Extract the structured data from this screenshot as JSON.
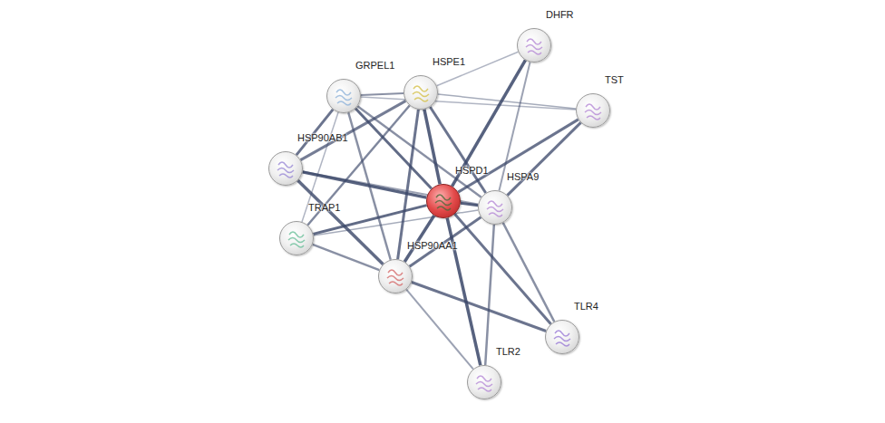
{
  "diagram": {
    "nodes": [
      {
        "text": [
          "DHFR"
        ]
      },
      {
        "text": [
          "GRPEL1"
        ]
      },
      {
        "text": [
          "HSPE1"
        ]
      },
      {
        "text": [
          "TST"
        ]
      },
      {
        "text": [
          "HSP90AB1"
        ]
      },
      {
        "text": [
          "HSPD1"
        ]
      },
      {
        "text": [
          "HSPA9"
        ]
      },
      {
        "text": [
          "TRAP1"
        ]
      },
      {
        "text": [
          "HSP90AA1"
        ]
      },
      {
        "text": [
          "TLR4"
        ]
      },
      {
        "text": [
          "TLR2"
        ]
      }
    ],
    "edges": [
      {
        "from": 5,
        "to": 0,
        "arrow": "none"
      },
      {
        "from": 5,
        "to": 1,
        "arrow": "none"
      },
      {
        "from": 5,
        "to": 2,
        "arrow": "none"
      },
      {
        "from": 5,
        "to": 3,
        "arrow": "none"
      },
      {
        "from": 5,
        "to": 4,
        "arrow": "none"
      },
      {
        "from": 5,
        "to": 6,
        "arrow": "none"
      },
      {
        "from": 5,
        "to": 7,
        "arrow": "none"
      },
      {
        "from": 5,
        "to": 8,
        "arrow": "none"
      },
      {
        "from": 5,
        "to": 9,
        "arrow": "none"
      },
      {
        "from": 5,
        "to": 10,
        "arrow": "none"
      },
      {
        "from": 2,
        "to": 1,
        "arrow": "none"
      },
      {
        "from": 2,
        "to": 0,
        "arrow": "none"
      },
      {
        "from": 2,
        "to": 3,
        "arrow": "none"
      },
      {
        "from": 2,
        "to": 6,
        "arrow": "none"
      },
      {
        "from": 2,
        "to": 8,
        "arrow": "none"
      },
      {
        "from": 2,
        "to": 4,
        "arrow": "none"
      },
      {
        "from": 2,
        "to": 7,
        "arrow": "none"
      },
      {
        "from": 1,
        "to": 4,
        "arrow": "none"
      },
      {
        "from": 1,
        "to": 7,
        "arrow": "none"
      },
      {
        "from": 1,
        "to": 6,
        "arrow": "none"
      },
      {
        "from": 1,
        "to": 8,
        "arrow": "none"
      },
      {
        "from": 1,
        "to": 3,
        "arrow": "none"
      },
      {
        "from": 6,
        "to": 0,
        "arrow": "none"
      },
      {
        "from": 6,
        "to": 3,
        "arrow": "none"
      },
      {
        "from": 6,
        "to": 7,
        "arrow": "none"
      },
      {
        "from": 6,
        "to": 8,
        "arrow": "none"
      },
      {
        "from": 6,
        "to": 9,
        "arrow": "none"
      },
      {
        "from": 6,
        "to": 10,
        "arrow": "none"
      },
      {
        "from": 6,
        "to": 4,
        "arrow": "none"
      },
      {
        "from": 8,
        "to": 4,
        "arrow": "none"
      },
      {
        "from": 8,
        "to": 9,
        "arrow": "none"
      },
      {
        "from": 8,
        "to": 10,
        "arrow": "none"
      },
      {
        "from": 8,
        "to": 7,
        "arrow": "none"
      }
    ]
  }
}
